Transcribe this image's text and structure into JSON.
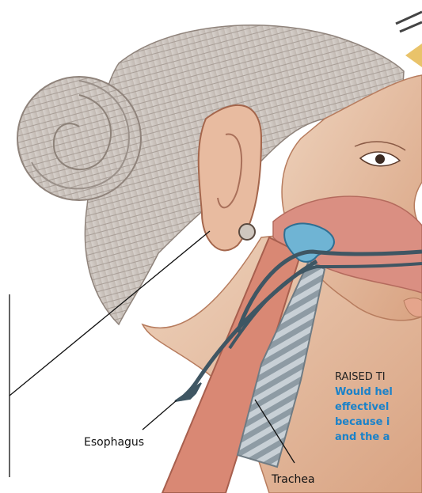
{
  "labels": {
    "esophagus": "Esophagus",
    "trachea": "Trachea"
  },
  "caption": {
    "title": "RAISED TI",
    "lines": [
      "Would hel",
      "effectivel",
      "because i",
      "and the a"
    ]
  },
  "colors": {
    "caption_blue": "#1b82c9",
    "skin": "#e3b391",
    "hair": "#cfc8c3",
    "esophagus": "#d98874",
    "tongue_tissue": "#d98a7f",
    "blue_balloon": "#6fb4d4",
    "arrow": "#3f5663",
    "trachea_rings": "#a9b5bd"
  },
  "icons": [
    "arrow-icon"
  ]
}
